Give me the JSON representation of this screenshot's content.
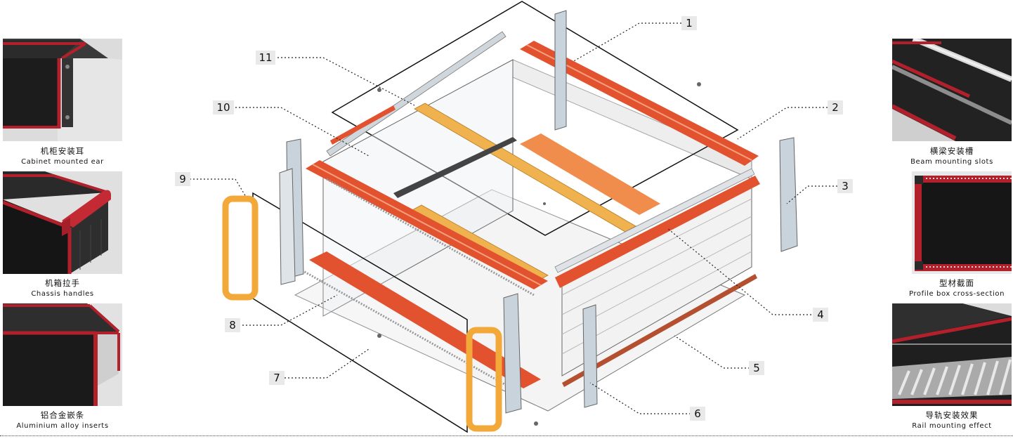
{
  "left_panels": [
    {
      "zh": "机柜安装耳",
      "en": "Cabinet mounted ear"
    },
    {
      "zh": "机箱拉手",
      "en": "Chassis handles"
    },
    {
      "zh": "铝合金嵌条",
      "en": "Aluminium alloy inserts"
    }
  ],
  "right_panels": [
    {
      "zh": "横梁安装槽",
      "en": "Beam mounting slots"
    },
    {
      "zh": "型材截面",
      "en": "Profile box cross-section"
    },
    {
      "zh": "导轨安装效果",
      "en": "Rail mounting effect"
    }
  ],
  "callouts": [
    "1",
    "2",
    "3",
    "4",
    "5",
    "6",
    "7",
    "8",
    "9",
    "10",
    "11"
  ],
  "colors": {
    "red_profile": "#e2522f",
    "orange_beam": "#f08c4c",
    "yellow_beam": "#f0b24e",
    "handle": "#f2a93a",
    "steel": "#c9d3db",
    "panel_dark": "#1e1e1e",
    "edge_red": "#b2202c"
  }
}
